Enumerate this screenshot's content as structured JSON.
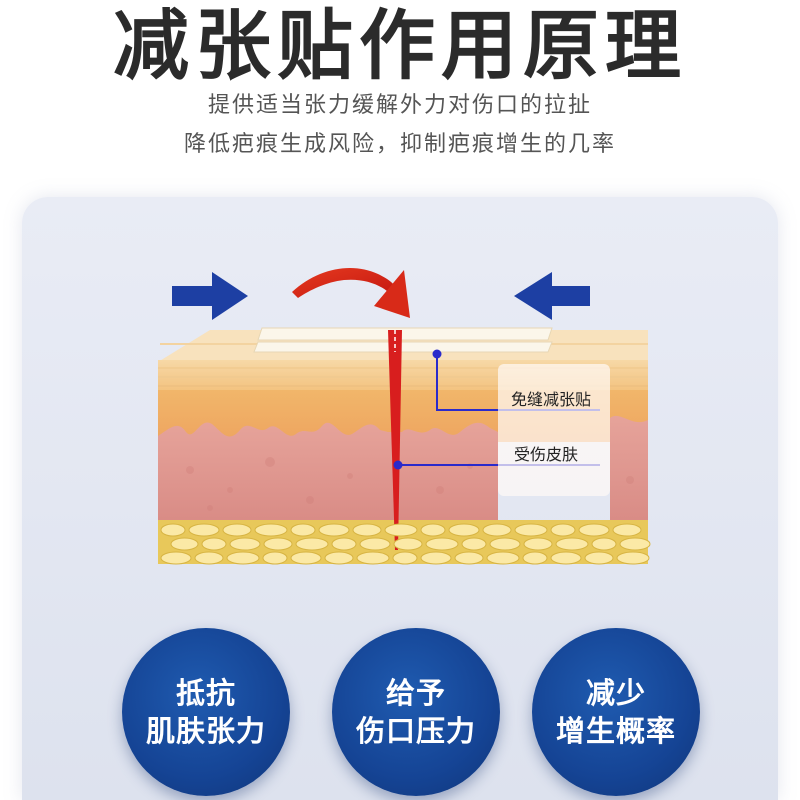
{
  "header": {
    "title": "减张贴作用原理",
    "subtitle_line1": "提供适当张力缓解外力对伤口的拉扯",
    "subtitle_line2": "降低疤痕生成风险，抑制疤痕增生的几率"
  },
  "diagram": {
    "label_patch": "免缝减张贴",
    "label_skin": "受伤皮肤",
    "colors": {
      "arrow_blue": "#1d3fa3",
      "wound_red": "#d81e1e",
      "pointer_blue": "#2a2acb"
    }
  },
  "benefits": [
    {
      "line1": "抵抗",
      "line2": "肌肤张力"
    },
    {
      "line1": "给予",
      "line2": "伤口压力"
    },
    {
      "line1": "减少",
      "line2": "增生概率"
    }
  ]
}
